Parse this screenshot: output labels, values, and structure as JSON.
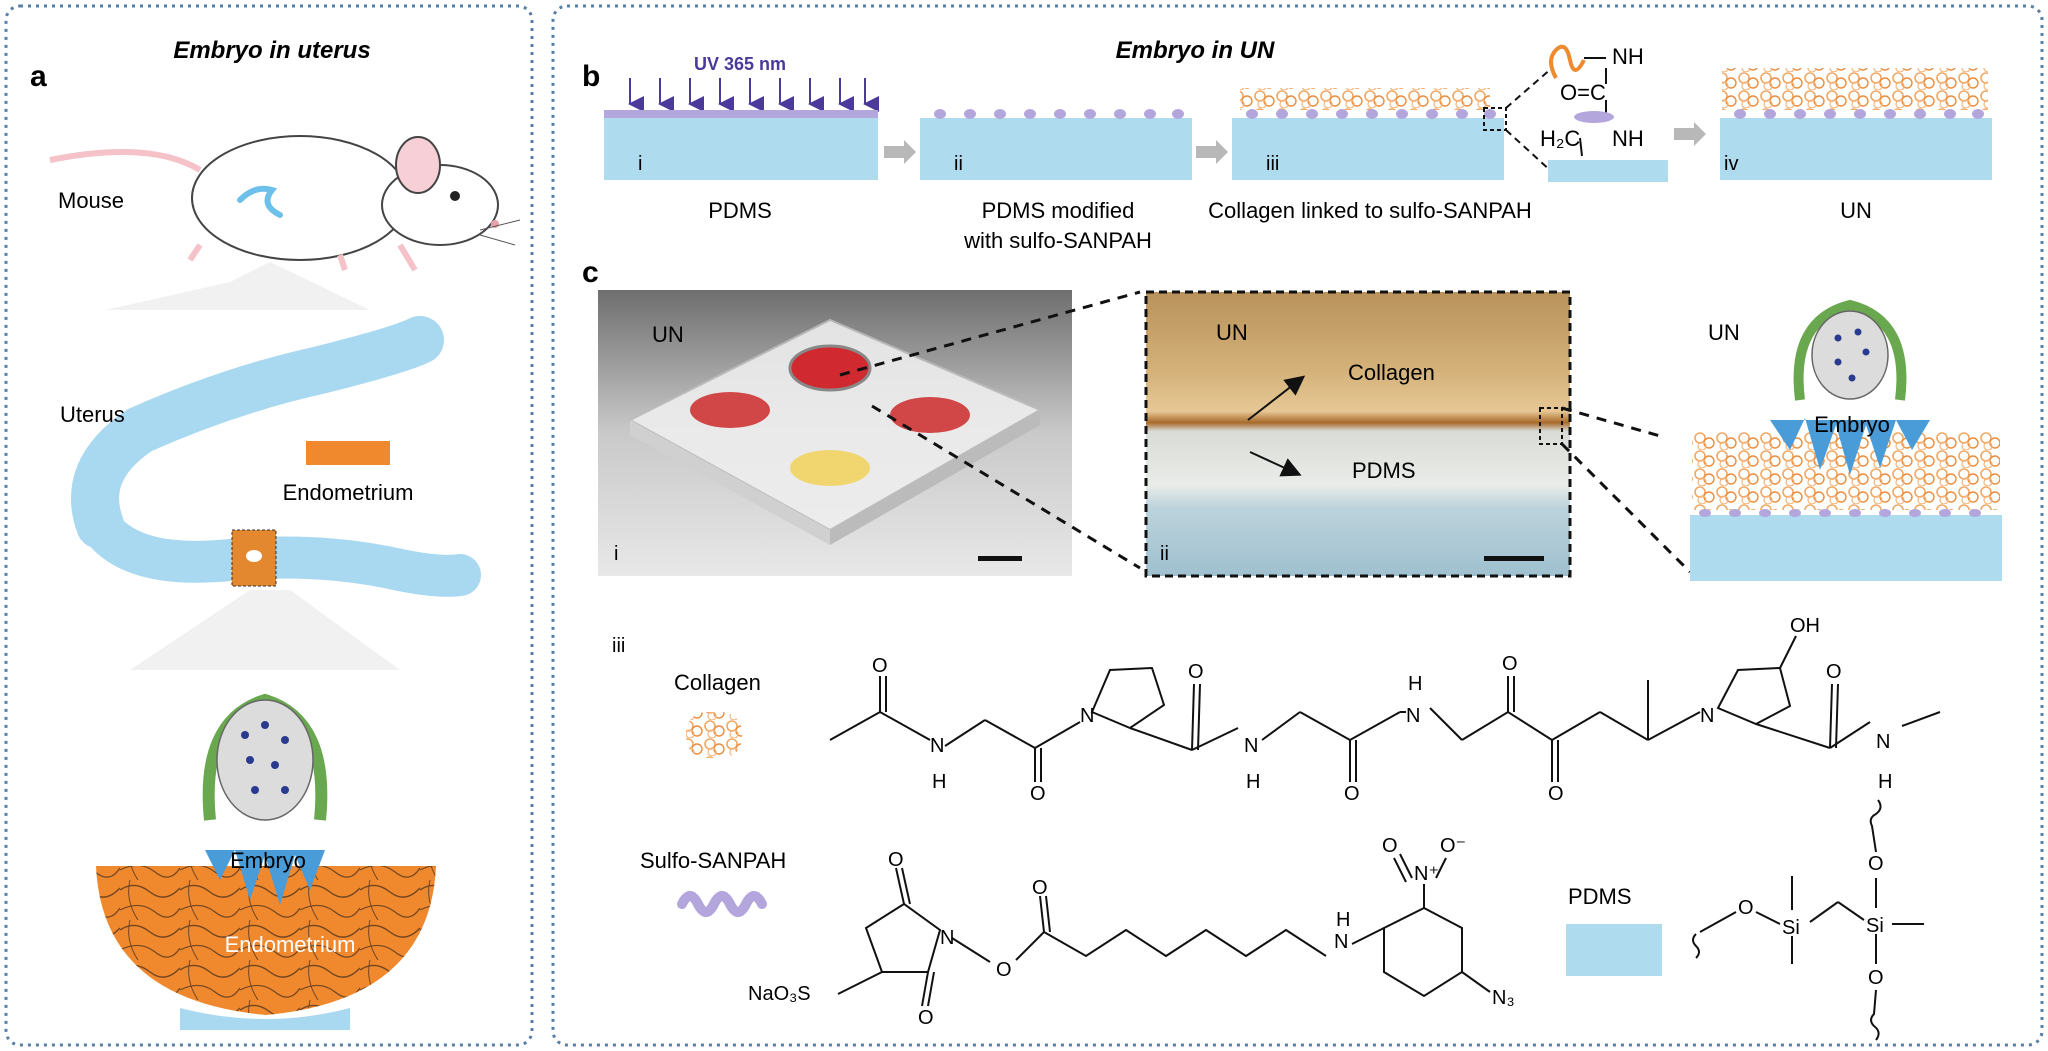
{
  "colors": {
    "pdms": "#aedcee",
    "endometrium": "#f0882e",
    "uterus": "#a9d8f1",
    "collagen": "#f2a764",
    "sanpah": "#b3a6dc",
    "uv": "#4b3a9a",
    "panel_border": "#5a7fa6",
    "embryo_outer": "#6aa84f",
    "embryo_nuclei": "#2a3b8f",
    "trophoblast": "#4a9cd8"
  },
  "icons": [
    "mouse-illustration",
    "uterus-illustration",
    "embryo-illustration",
    "collagen-icon",
    "sulfo-sanpah-icon",
    "pdms-block-icon"
  ],
  "panel_a": {
    "letter": "a",
    "title": "Embryo in uterus",
    "mouse_label": "Mouse",
    "uterus_label": "Uterus",
    "endometrium_legend": "Endometrium",
    "embryo_label": "Embryo",
    "endometrium_label": "Endometrium"
  },
  "panel_b": {
    "letter": "b",
    "title": "Embryo in UN",
    "uv_label": "UV 365 nm",
    "steps": [
      {
        "numeral": "i",
        "caption_line1": "PDMS",
        "caption_line2": ""
      },
      {
        "numeral": "ii",
        "caption_line1": "PDMS modified",
        "caption_line2": "with sulfo-SANPAH"
      },
      {
        "numeral": "iii",
        "caption_line1": "Collagen linked to sulfo-SANPAH",
        "caption_line2": ""
      },
      {
        "numeral": "iv",
        "caption_line1": "UN",
        "caption_line2": ""
      }
    ],
    "chem": {
      "nh_top": "NH",
      "oc": "O=C",
      "h2c": "H₂C",
      "nh_bottom": "NH"
    }
  },
  "panel_c": {
    "letter": "c",
    "photo": {
      "numeral": "i",
      "label": "UN"
    },
    "micro": {
      "numeral": "ii",
      "label": "UN",
      "collagen": "Collagen",
      "pdms": "PDMS"
    },
    "schematic": {
      "label": "UN",
      "embryo": "Embryo"
    },
    "sub_iii": "iii",
    "legend": {
      "collagen": "Collagen",
      "sanpah": "Sulfo-SANPAH",
      "pdms": "PDMS"
    },
    "atoms": {
      "O": "O",
      "N": "N",
      "H": "H",
      "OH": "OH",
      "Si": "Si",
      "NaO3S": "NaO₃S",
      "N3": "N₃",
      "Nplus": "N⁺",
      "Ominus": "O⁻"
    }
  }
}
